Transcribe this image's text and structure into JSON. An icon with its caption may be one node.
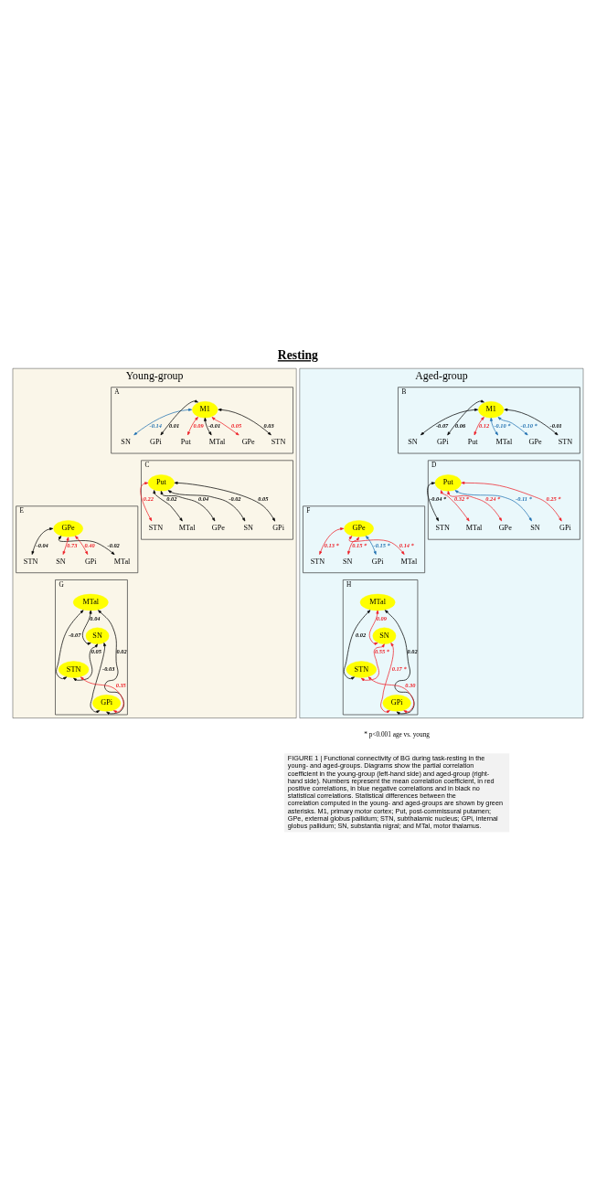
{
  "diagram": {
    "title": "Resting",
    "caption": "FIGURE 1 | Functional connectivity of BG during task-resting in the young- and aged-groups. Diagrams show the partial correlation coefficient in the young-group (left-hand side) and aged-group (right-hand side). Numbers represent the mean correlation coefficient, in red positive correlations, in blue negative correlations and in black no statistical correlations. Statistical differences between the correlation computed in the young- and aged-groups are shown by green asterisks. M1, primary motor cortex; Put, post-commissural putamen; GPe, external globus pallidum; STN, subthalamic nucleus; GPi, internal globus pallidum; SN, substantia nigral; and MTal, motor thalamus.",
    "nodes": [
      {
        "text": [
          "Young-group"
        ]
      },
      {
        "text": [
          "Aged-group"
        ]
      },
      {
        "text": [
          "A"
        ],
        "in": 0
      },
      {
        "text": [
          "M1"
        ],
        "in": 2
      },
      {
        "text": [
          "Put"
        ],
        "in": 2
      },
      {
        "text": [
          "MTal"
        ],
        "in": 2
      },
      {
        "text": [
          "GPe"
        ],
        "in": 2
      },
      {
        "text": [
          "SN"
        ],
        "in": 2
      },
      {
        "text": [
          "STN"
        ],
        "in": 2
      },
      {
        "text": [
          "GPi"
        ],
        "in": 2
      },
      {
        "text": [
          "B"
        ],
        "in": 1
      },
      {
        "text": [
          "M1"
        ],
        "in": 10
      },
      {
        "text": [
          "Put"
        ],
        "in": 10
      },
      {
        "text": [
          "MTal"
        ],
        "in": 10
      },
      {
        "text": [
          "GPe"
        ],
        "in": 10
      },
      {
        "text": [
          "SN"
        ],
        "in": 10
      },
      {
        "text": [
          "STN"
        ],
        "in": 10
      },
      {
        "text": [
          "GPi"
        ],
        "in": 10
      },
      {
        "text": [
          "C"
        ],
        "in": 0
      },
      {
        "text": [
          "Put"
        ],
        "in": 18
      },
      {
        "text": [
          "MTal"
        ],
        "in": 18
      },
      {
        "text": [
          "GPe"
        ],
        "in": 18
      },
      {
        "text": [
          "SN"
        ],
        "in": 18
      },
      {
        "text": [
          "STN"
        ],
        "in": 18
      },
      {
        "text": [
          "GPi"
        ],
        "in": 18
      },
      {
        "text": [
          "D"
        ],
        "in": 1
      },
      {
        "text": [
          "Put"
        ],
        "in": 25
      },
      {
        "text": [
          "MTal"
        ],
        "in": 25
      },
      {
        "text": [
          "GPe"
        ],
        "in": 25
      },
      {
        "text": [
          "SN"
        ],
        "in": 25
      },
      {
        "text": [
          "STN"
        ],
        "in": 25
      },
      {
        "text": [
          "GPi"
        ],
        "in": 25
      },
      {
        "text": [
          "E"
        ],
        "in": 0
      },
      {
        "text": [
          "MTal"
        ],
        "in": 32
      },
      {
        "text": [
          "GPe"
        ],
        "in": 32
      },
      {
        "text": [
          "SN"
        ],
        "in": 32
      },
      {
        "text": [
          "STN"
        ],
        "in": 32
      },
      {
        "text": [
          "GPi"
        ],
        "in": 32
      },
      {
        "text": [
          "F"
        ],
        "in": 1
      },
      {
        "text": [
          "MTal"
        ],
        "in": 38
      },
      {
        "text": [
          "GPe"
        ],
        "in": 38
      },
      {
        "text": [
          "SN"
        ],
        "in": 38
      },
      {
        "text": [
          "STN"
        ],
        "in": 38
      },
      {
        "text": [
          "GPi"
        ],
        "in": 38
      },
      {
        "text": [
          "G"
        ],
        "in": 0
      },
      {
        "text": [
          "MTal"
        ],
        "in": 44
      },
      {
        "text": [
          "SN"
        ],
        "in": 44
      },
      {
        "text": [
          "STN"
        ],
        "in": 44
      },
      {
        "text": [
          "GPi"
        ],
        "in": 44
      },
      {
        "text": [
          "H"
        ],
        "in": 1
      },
      {
        "text": [
          "MTal"
        ],
        "in": 49
      },
      {
        "text": [
          "SN"
        ],
        "in": 49
      },
      {
        "text": [
          "STN"
        ],
        "in": 49
      },
      {
        "text": [
          "GPi"
        ],
        "in": 49
      }
    ],
    "edges": [
      {
        "from": 3,
        "to": 4,
        "arrow": "both",
        "label": "0.09",
        "color": "#ee1c24"
      },
      {
        "from": 3,
        "to": 5,
        "arrow": "both",
        "label": "-0.01"
      },
      {
        "from": 3,
        "to": 6,
        "arrow": "both",
        "label": "0.05",
        "color": "#ee1c24"
      },
      {
        "from": 3,
        "to": 7,
        "arrow": "both",
        "label": "-0.14",
        "color": "#1f6fb0"
      },
      {
        "from": 3,
        "to": 8,
        "arrow": "both",
        "label": "0.03"
      },
      {
        "from": 3,
        "to": 9,
        "arrow": "both",
        "label": "0.01"
      },
      {
        "from": 11,
        "to": 12,
        "arrow": "both",
        "label": "0.12",
        "color": "#ee1c24"
      },
      {
        "from": 11,
        "to": 13,
        "arrow": "both",
        "label": "-0.10 *",
        "color": "#1f6fb0"
      },
      {
        "from": 11,
        "to": 14,
        "arrow": "both",
        "label": "-0.10 *",
        "color": "#1f6fb0"
      },
      {
        "from": 11,
        "to": 15,
        "arrow": "both",
        "label": "-0.07"
      },
      {
        "from": 11,
        "to": 16,
        "arrow": "both",
        "label": "-0.01"
      },
      {
        "from": 11,
        "to": 17,
        "arrow": "both",
        "label": "0.06"
      },
      {
        "from": 19,
        "to": 20,
        "arrow": "both",
        "label": "0.02"
      },
      {
        "from": 19,
        "to": 21,
        "arrow": "both",
        "label": "0.04"
      },
      {
        "from": 19,
        "to": 22,
        "arrow": "both",
        "label": "-0.02"
      },
      {
        "from": 19,
        "to": 23,
        "arrow": "both",
        "label": "0.22",
        "color": "#ee1c24"
      },
      {
        "from": 19,
        "to": 24,
        "arrow": "both",
        "label": "0.05"
      },
      {
        "from": 26,
        "to": 27,
        "arrow": "both",
        "label": "0.32 *",
        "color": "#ee1c24"
      },
      {
        "from": 26,
        "to": 28,
        "arrow": "both",
        "label": "0.24 *",
        "color": "#ee1c24"
      },
      {
        "from": 26,
        "to": 29,
        "arrow": "both",
        "label": "-0.11 *",
        "color": "#1f6fb0"
      },
      {
        "from": 26,
        "to": 30,
        "arrow": "both",
        "label": "-0.04 *"
      },
      {
        "from": 26,
        "to": 31,
        "arrow": "both",
        "label": "0.25 *",
        "color": "#ee1c24"
      },
      {
        "from": 34,
        "to": 33,
        "arrow": "both",
        "label": "-0.02"
      },
      {
        "from": 34,
        "to": 35,
        "arrow": "both",
        "label": "0.73",
        "color": "#ee1c24"
      },
      {
        "from": 34,
        "to": 37,
        "arrow": "both",
        "label": "0.40",
        "color": "#ee1c24"
      },
      {
        "from": 34,
        "to": 36,
        "arrow": "both",
        "label": "-0.04"
      },
      {
        "from": 40,
        "to": 39,
        "arrow": "both",
        "label": "0.14 *",
        "color": "#ee1c24"
      },
      {
        "from": 40,
        "to": 41,
        "arrow": "both",
        "label": "0.15 *",
        "color": "#ee1c24"
      },
      {
        "from": 40,
        "to": 43,
        "arrow": "both",
        "label": "-0.15 *",
        "color": "#1f6fb0"
      },
      {
        "from": 40,
        "to": 42,
        "arrow": "both",
        "label": "0.13 *",
        "color": "#ee1c24"
      },
      {
        "from": 45,
        "to": 47,
        "arrow": "both",
        "label": "-0.07"
      },
      {
        "from": 45,
        "to": 46,
        "arrow": "both",
        "label": "0.04"
      },
      {
        "from": 46,
        "to": 47,
        "arrow": "both",
        "label": "0.05"
      },
      {
        "from": 46,
        "to": 48,
        "arrow": "both",
        "label": "-0.03"
      },
      {
        "from": 45,
        "to": 48,
        "arrow": "both",
        "label": "0.02"
      },
      {
        "from": 47,
        "to": 48,
        "arrow": "both",
        "label": "0.35",
        "color": "#ee1c24"
      },
      {
        "from": 50,
        "to": 52,
        "arrow": "both",
        "label": "0.02"
      },
      {
        "from": 50,
        "to": 51,
        "arrow": "both",
        "label": "0.09",
        "color": "#ee1c24"
      },
      {
        "from": 51,
        "to": 52,
        "arrow": "both",
        "label": "0.55 *",
        "color": "#ee1c24"
      },
      {
        "from": 51,
        "to": 53,
        "arrow": "both",
        "label": "0.17 *",
        "color": "#ee1c24"
      },
      {
        "from": 50,
        "to": 53,
        "arrow": "both",
        "label": "0.02"
      },
      {
        "from": 52,
        "to": 53,
        "arrow": "both",
        "label": "0.30",
        "color": "#ee1c24"
      }
    ],
    "labels": [
      "* p<0.001 age vs. young"
    ]
  }
}
